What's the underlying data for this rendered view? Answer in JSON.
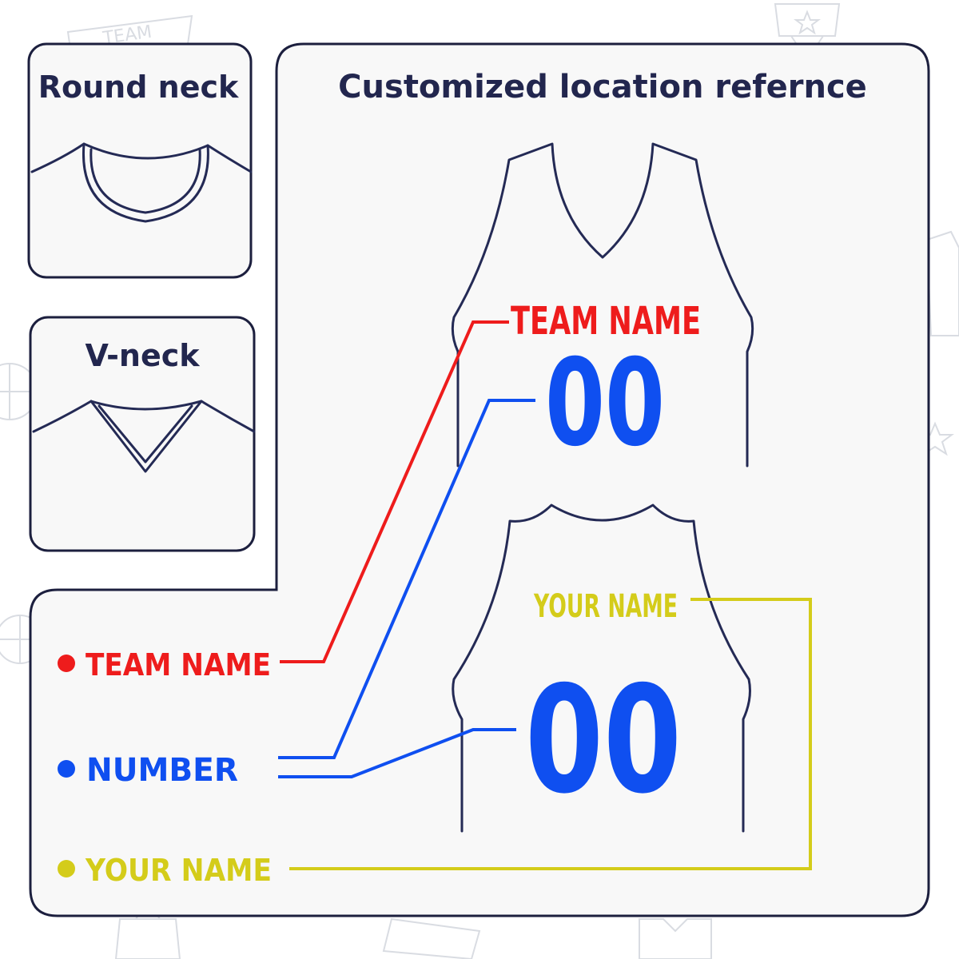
{
  "colors": {
    "outline": "#242a55",
    "team_name": "#ee1c1c",
    "number": "#0f4ff0",
    "your_name": "#d4cc1a"
  },
  "round_neck": {
    "title": "Round neck"
  },
  "v_neck": {
    "title": "V-neck"
  },
  "reference": {
    "title": "Customized location refernce",
    "front": {
      "team_name": "TEAM NAME",
      "number": "00"
    },
    "back": {
      "player_name": "YOUR NAME",
      "number": "00"
    }
  },
  "legend": {
    "items": [
      {
        "label": "TEAM NAME",
        "color": "#ee1c1c"
      },
      {
        "label": "NUMBER",
        "color": "#0f4ff0"
      },
      {
        "label": "YOUR NAME",
        "color": "#d4cc1a"
      }
    ]
  },
  "background": {
    "doodle_text": "TEAM"
  }
}
